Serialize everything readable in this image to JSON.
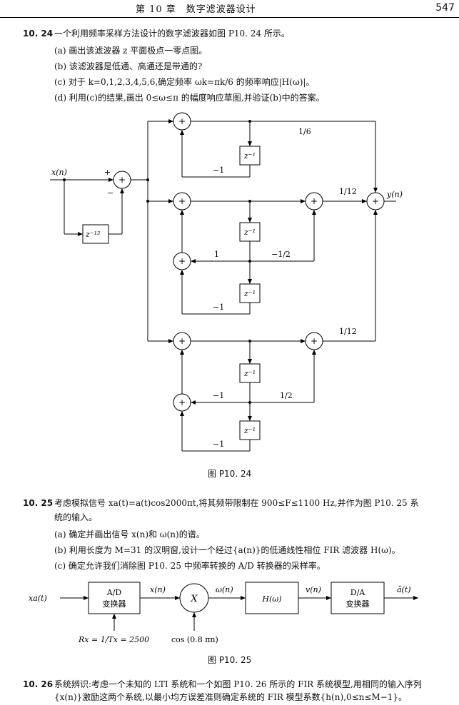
{
  "header": {
    "chapter_title": "第 10 章　数字滤波器设计",
    "page_number": "547"
  },
  "problems": [
    {
      "number": "10. 24",
      "text": "一个利用频率采样方法设计的数字滤波器如图 P10. 24 所示。",
      "parts": [
        "(a) 画出该滤波器 z 平面极点一零点图。",
        "(b) 该滤波器是低通、高通还是带通的?",
        "(c) 对于 k=0,1,2,3,4,5,6,确定频率 ωk=πk/6 的频率响应|H(ω)|。",
        "(d) 利用(c)的结果,画出 0≤ω≤π 的幅度响应草图,并验证(b)中的答案。"
      ]
    },
    {
      "number": "10. 25",
      "text_line1": "考虑模拟信号 xa(t)=a(t)cos2000πt,将其频带限制在 900≤F≤1100 Hz,并作为图 P10. 25 系",
      "text_line2": "统的输入。",
      "parts": [
        "(a) 确定并画出信号 x(n)和 ω(n)的谱。",
        "(b) 利用长度为 M=31 的汉明窗,设计一个经过{a(n)}的低通线性相位 FIR 滤波器 H(ω)。",
        "(c) 确定允许我们消除图 P10. 25 中频率转换的 A/D 转换器的采样率。"
      ]
    },
    {
      "number": "10. 26",
      "text_line1": "系统辨识:考虑一个未知的 LTI 系统和一个如图 P10. 26 所示的 FIR 系统模型,用相同的输入序列",
      "text_line2": "{x(n)}激励这两个系统,以最小均方误差准则确定系统的 FIR 模型系数{h(n),0≤n≤M−1}。"
    }
  ],
  "figure_p1024": {
    "caption": "图 P10. 24",
    "input_label": "x(n)",
    "output_label": "y(n)",
    "delay_main": "z⁻¹²",
    "delay_unit": "z⁻¹",
    "adder_symbol": "+",
    "plus_sign": "+",
    "minus_sign": "−",
    "gain_top": "1/6",
    "gain_mid": "1/12",
    "gain_bot": "1/12",
    "fb_minus1": "−1",
    "coef_1": "1",
    "coef_minus_half": "−1/2",
    "coef_half": "1/2"
  },
  "figure_p1025": {
    "caption": "图 P10. 25",
    "input_label": "xa(t)",
    "ad_label_1": "A/D",
    "ad_label_2": "变换器",
    "xn_label": "x(n)",
    "mult_label": "X",
    "wn_label": "ω(n)",
    "filter_label": "H(ω)",
    "vn_label": "v(n)",
    "da_label_1": "D/A",
    "da_label_2": "变换器",
    "out_label": "â(t)",
    "rate_label": "Rx = 1/Tx = 2500",
    "cos_label": "cos (0.8 πn)"
  }
}
